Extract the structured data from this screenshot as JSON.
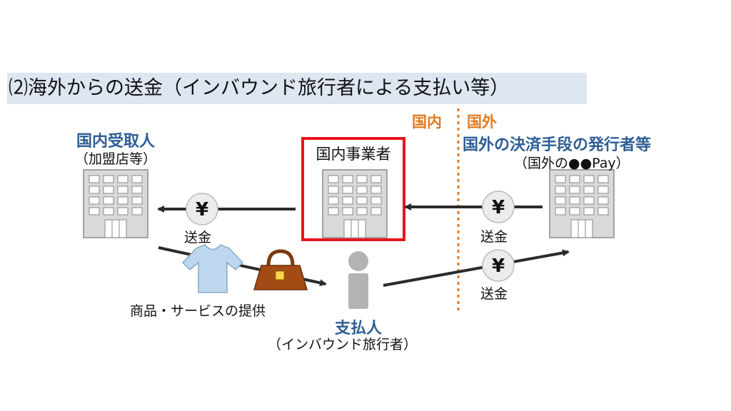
{
  "title": "⑵海外からの送金（インバウンド旅行者による支払い等）",
  "zones": {
    "domestic": "国内",
    "overseas": "国外"
  },
  "domestic_recipient": {
    "heading": "国内受取人",
    "sub": "（加盟店等）"
  },
  "domestic_business": {
    "heading": "国内事業者"
  },
  "overseas_issuer": {
    "heading": "国外の決済手段の発行者等",
    "sub": "（国外の●●Pay）"
  },
  "payer": {
    "heading": "支払人",
    "sub": "（インバウンド旅行者）"
  },
  "remittance_label": "送金",
  "yen_symbol": "¥",
  "goods_label": "商品・サービスの提供",
  "colors": {
    "title_bg": "#dde6f1",
    "orange": "#e07a1f",
    "blue": "#2e5e95",
    "highlight_red": "#e8141c",
    "building_gray": "#d9d9d9"
  }
}
